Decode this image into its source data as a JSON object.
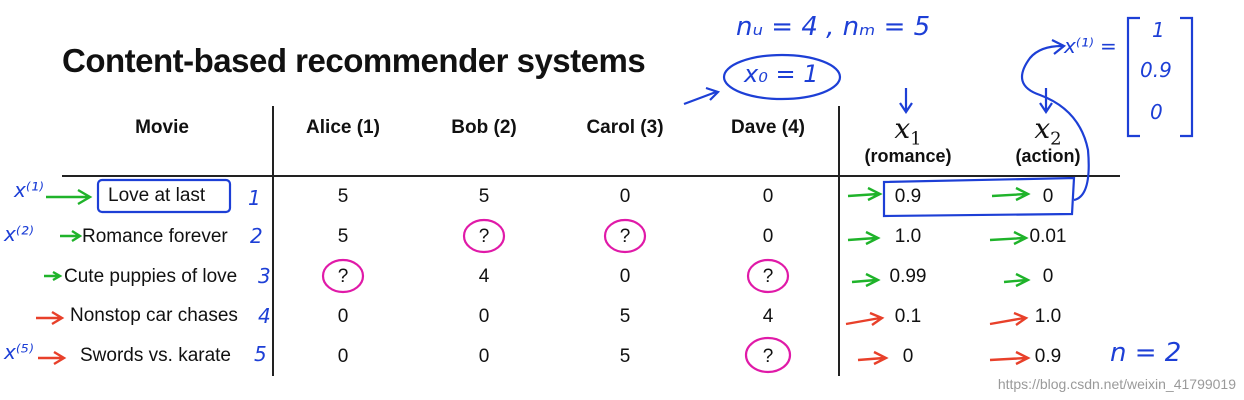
{
  "title": "Content-based recommender systems",
  "headers": {
    "movie": "Movie",
    "alice": "Alice (1)",
    "bob": "Bob (2)",
    "carol": "Carol (3)",
    "dave": "Dave (4)",
    "x1_label": "(romance)",
    "x2_label": "(action)"
  },
  "rows": [
    {
      "movie": "Love at last",
      "index": "1",
      "alice": "5",
      "bob": "5",
      "carol": "0",
      "dave": "0",
      "x1": "0.9",
      "x2": "0"
    },
    {
      "movie": "Romance forever",
      "index": "2",
      "alice": "5",
      "bob": "?",
      "carol": "?",
      "dave": "0",
      "x1": "1.0",
      "x2": "0.01"
    },
    {
      "movie": "Cute puppies of love",
      "index": "3",
      "alice": "?",
      "bob": "4",
      "carol": "0",
      "dave": "?",
      "x1": "0.99",
      "x2": "0"
    },
    {
      "movie": "Nonstop car chases",
      "index": "4",
      "alice": "0",
      "bob": "0",
      "carol": "5",
      "dave": "4",
      "x1": "0.1",
      "x2": "1.0"
    },
    {
      "movie": "Swords vs. karate",
      "index": "5",
      "alice": "0",
      "bob": "0",
      "carol": "5",
      "dave": "?",
      "x1": "0",
      "x2": "0.9"
    }
  ],
  "annotations": {
    "nu_nm": "nᵤ = 4 , nₘ = 5",
    "x0": "x₀ = 1",
    "x1_vector_label": "x⁽¹⁾ =",
    "vector": [
      "1",
      "0.9",
      "0"
    ],
    "n_eq": "n = 2",
    "x1_row_label": "x⁽¹⁾",
    "x2_row_label": "x⁽²⁾",
    "x5_row_label": "x⁽⁵⁾"
  },
  "watermark": "https://blog.csdn.net/weixin_41799019",
  "colors": {
    "ink_blue": "#1d3fd6",
    "ink_green": "#1fb32a",
    "ink_red": "#e8402a",
    "ink_magenta": "#e01aa8"
  }
}
